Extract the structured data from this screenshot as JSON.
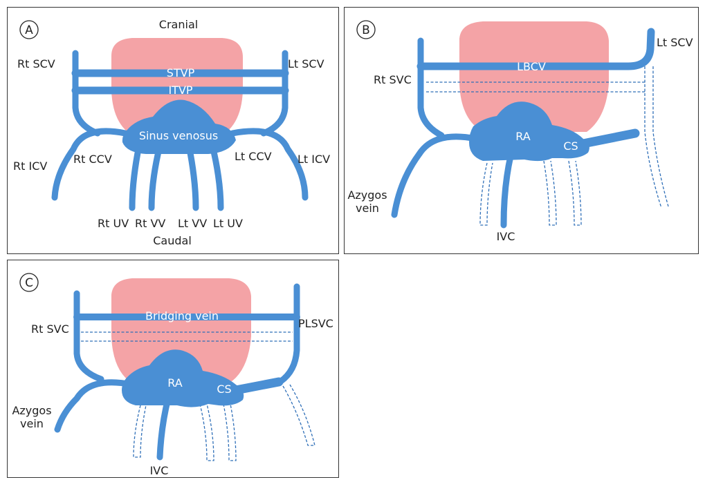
{
  "colors": {
    "vein": "#4a8fd4",
    "heart": "#f4a3a6",
    "dashed_vein": "#2f6fb8"
  },
  "panel_a": {
    "badge": "A",
    "cranial": "Cranial",
    "caudal": "Caudal",
    "rt_scv": "Rt SCV",
    "lt_scv": "Lt SCV",
    "stvp": "STVP",
    "itvp": "ITVP",
    "sinus_venosus": "Sinus venosus",
    "rt_icv": "Rt ICV",
    "rt_ccv": "Rt CCV",
    "lt_ccv": "Lt CCV",
    "lt_icv": "Lt ICV",
    "rt_uv": "Rt UV",
    "rt_vv": "Rt VV",
    "lt_vv": "Lt VV",
    "lt_uv": "Lt UV"
  },
  "panel_b": {
    "badge": "B",
    "lt_scv": "Lt SCV",
    "rt_svc": "Rt SVC",
    "lbcv": "LBCV",
    "ra": "RA",
    "cs": "CS",
    "azygos_line1": "Azygos",
    "azygos_line2": "vein",
    "ivc": "IVC"
  },
  "panel_c": {
    "badge": "C",
    "rt_svc": "Rt SVC",
    "bridging_vein": "Bridging vein",
    "plsvc": "PLSVC",
    "ra": "RA",
    "cs": "CS",
    "azygos_line1": "Azygos",
    "azygos_line2": "vein",
    "ivc": "IVC"
  }
}
